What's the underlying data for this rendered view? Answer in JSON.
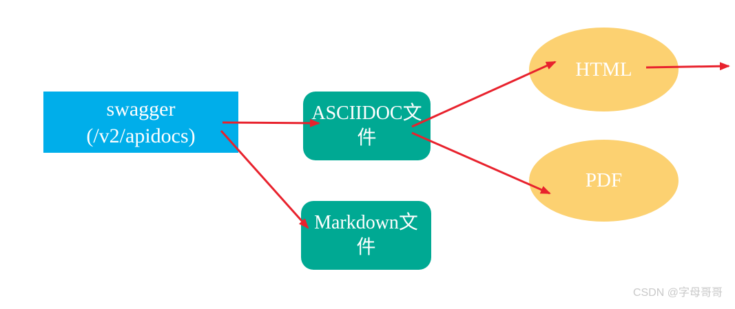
{
  "diagram": {
    "nodes": {
      "swagger": {
        "label": "swagger (/v2/apidocs)",
        "lines": [
          "swagger",
          "(/v2/apidocs)"
        ],
        "shape": "rectangle",
        "fill": "#00AEEA",
        "text_color": "#FFFFFF"
      },
      "asciidoc": {
        "label": "ASCIIDOC文件",
        "lines": [
          "ASCIIDOC文",
          "件"
        ],
        "shape": "rounded-rectangle",
        "fill": "#00A993",
        "text_color": "#FFFFFF"
      },
      "markdown": {
        "label": "Markdown文件",
        "lines": [
          "Markdown文",
          "件"
        ],
        "shape": "rounded-rectangle",
        "fill": "#00A993",
        "text_color": "#FFFFFF"
      },
      "html": {
        "label": "HTML",
        "shape": "ellipse",
        "fill": "#FCD171",
        "text_color": "#FFFFFF"
      },
      "pdf": {
        "label": "PDF",
        "shape": "ellipse",
        "fill": "#FCD171",
        "text_color": "#FFFFFF"
      }
    },
    "edges": [
      {
        "from": "swagger",
        "to": "asciidoc"
      },
      {
        "from": "swagger",
        "to": "markdown"
      },
      {
        "from": "asciidoc",
        "to": "html"
      },
      {
        "from": "asciidoc",
        "to": "pdf"
      },
      {
        "from": "html",
        "to": "offscreen-right"
      }
    ],
    "colors": {
      "arrow": "#E8222D",
      "background": "#FFFFFF"
    }
  },
  "watermark": {
    "text": "CSDN @字母哥哥",
    "color": "#C9C9C9"
  }
}
